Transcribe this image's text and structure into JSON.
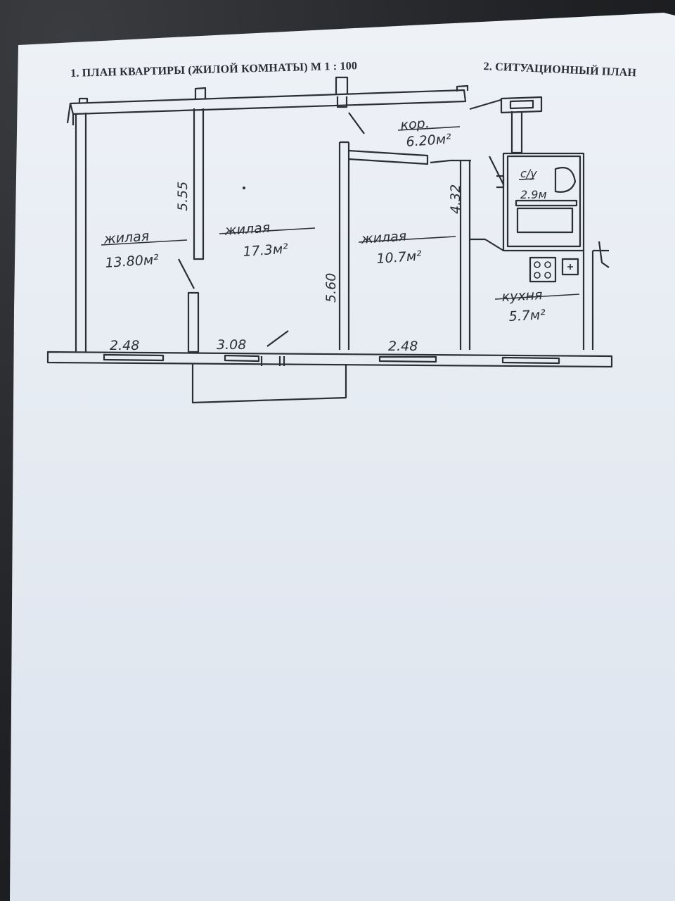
{
  "header": {
    "plan_title": "1. ПЛАН КВАРТИРЫ (ЖИЛОЙ КОМНАТЫ) М 1 : 100",
    "situation_title": "2. СИТУАЦИОННЫЙ ПЛАН"
  },
  "rooms": [
    {
      "label": "жилая",
      "area": "13.80м²"
    },
    {
      "label": "жилая",
      "area": "17.3м²"
    },
    {
      "label": "жилая",
      "area": "10.7м²"
    },
    {
      "label": "кухня",
      "area": "5.7м²"
    },
    {
      "label": "кор.",
      "area": "6.20м²"
    },
    {
      "label": "с/у",
      "area": "2.9м"
    }
  ],
  "dimensions": [
    "5.55",
    "5.60",
    "4.32",
    "2.48",
    "3.08",
    "2.48"
  ],
  "colors": {
    "ink": "#2b2e34",
    "paper": "#e9eef5",
    "backdrop": "#25272b"
  }
}
